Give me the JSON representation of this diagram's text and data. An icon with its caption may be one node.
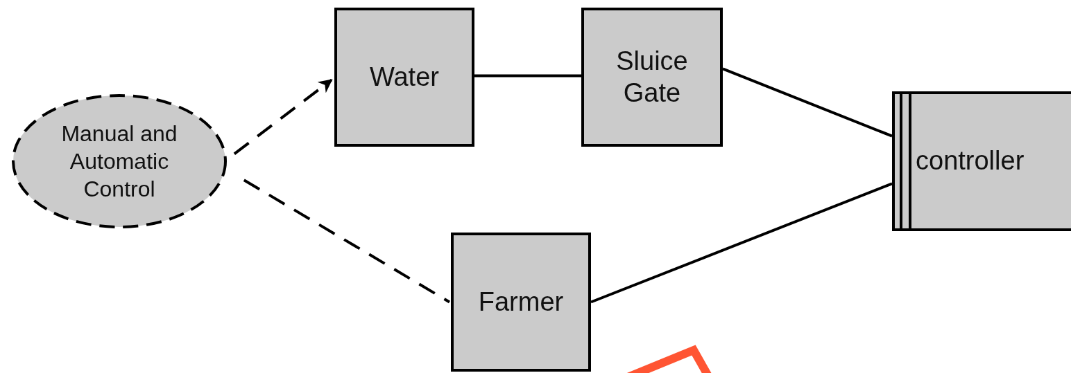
{
  "diagram": {
    "nodes": [
      {
        "text": [
          "Manual and Automatic Control"
        ]
      },
      {
        "text": [
          "Water"
        ]
      },
      {
        "text": [
          "Sluice Gate"
        ]
      },
      {
        "text": [
          "controller"
        ]
      },
      {
        "text": [
          "Farmer"
        ]
      }
    ],
    "edges": [
      {
        "from": 0,
        "to": 1,
        "arrow": "to",
        "style": "dashed"
      },
      {
        "from": 0,
        "to": 4,
        "arrow": "none",
        "style": "dashed"
      },
      {
        "from": 1,
        "to": 2,
        "arrow": "none"
      },
      {
        "from": 2,
        "to": 3,
        "arrow": "none"
      },
      {
        "from": 4,
        "to": 3,
        "arrow": "none"
      }
    ]
  }
}
